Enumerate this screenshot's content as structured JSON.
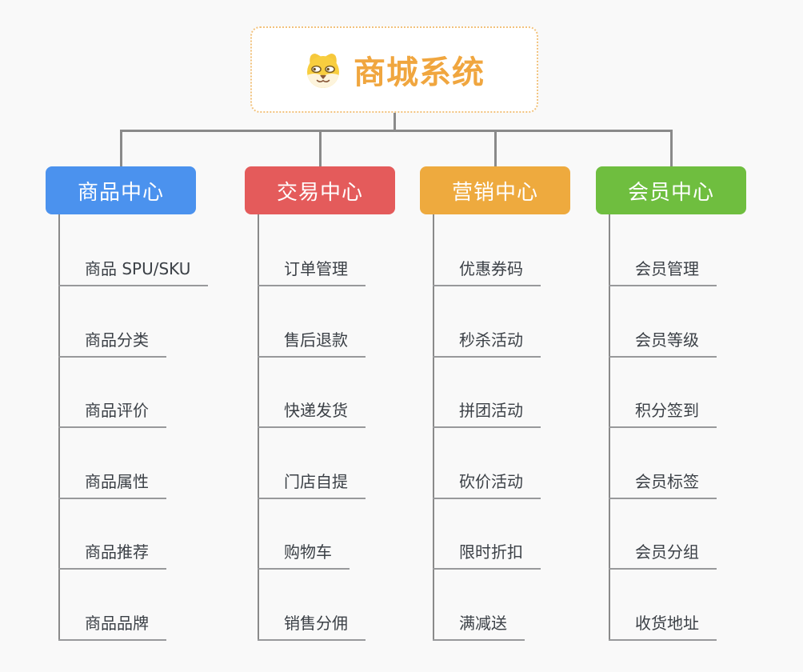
{
  "canvas": {
    "background": "#f9f9f9",
    "connector_color": "#8a8a8a",
    "underline_color": "#98999b"
  },
  "root": {
    "title": "商城系统",
    "icon": "doge-icon",
    "title_color": "#f0a63f",
    "border_color": "#f2c27c",
    "background": "#ffffff"
  },
  "branches": [
    {
      "label": "商品中心",
      "color": "#4b92ee",
      "children": [
        "商品 SPU/SKU",
        "商品分类",
        "商品评价",
        "商品属性",
        "商品推荐",
        "商品品牌"
      ]
    },
    {
      "label": "交易中心",
      "color": "#e45b5b",
      "children": [
        "订单管理",
        "售后退款",
        "快递发货",
        "门店自提",
        "购物车",
        "销售分佣"
      ]
    },
    {
      "label": "营销中心",
      "color": "#eeaa3e",
      "children": [
        "优惠券码",
        "秒杀活动",
        "拼团活动",
        "砍价活动",
        "限时折扣",
        "满减送"
      ]
    },
    {
      "label": "会员中心",
      "color": "#6fbe3f",
      "children": [
        "会员管理",
        "会员等级",
        "积分签到",
        "会员标签",
        "会员分组",
        "收货地址"
      ]
    }
  ]
}
